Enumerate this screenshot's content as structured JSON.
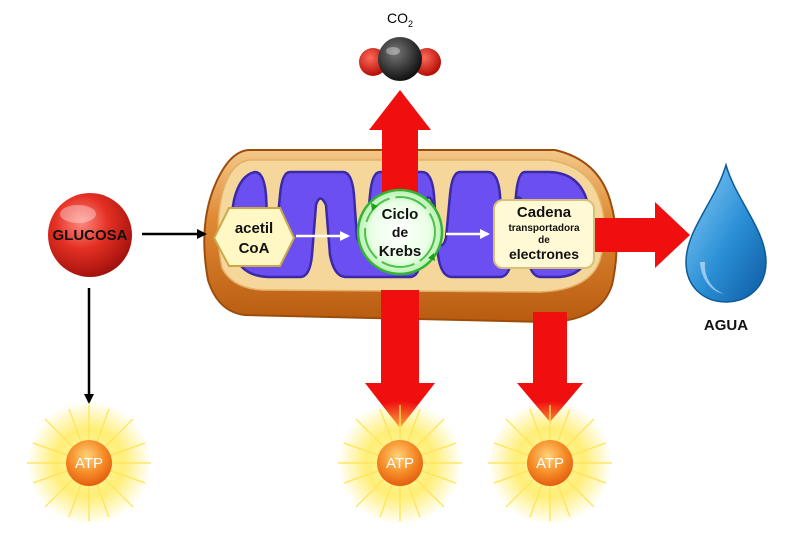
{
  "labels": {
    "glucose": "GLUCOSA",
    "acetyl_line1": "acetil",
    "acetyl_line2": "CoA",
    "krebs_line1": "Ciclo",
    "krebs_line2": "de",
    "krebs_line3": "Krebs",
    "chain_line1": "Cadena",
    "chain_line2": "transportadora",
    "chain_line3": "de",
    "chain_line4": "electrones",
    "water": "AGUA",
    "co2_main": "CO",
    "co2_sub": "2",
    "atp": "ATP"
  },
  "colors": {
    "arrow_red": "#f00f0f",
    "glucose_red": "#d91e18",
    "matrix_purple": "#6b4ff0",
    "outer_orange": "#d8781e",
    "inner_cream": "#f3cf8f",
    "krebs_green": "#33b533",
    "water_blue": "#1f83c8",
    "atp_orange": "#f07a1e",
    "atp_glow": "#ffe000"
  },
  "icons": [
    "co2-molecule-icon",
    "water-drop-icon",
    "atp-sun-icon",
    "glucose-sphere-icon"
  ]
}
